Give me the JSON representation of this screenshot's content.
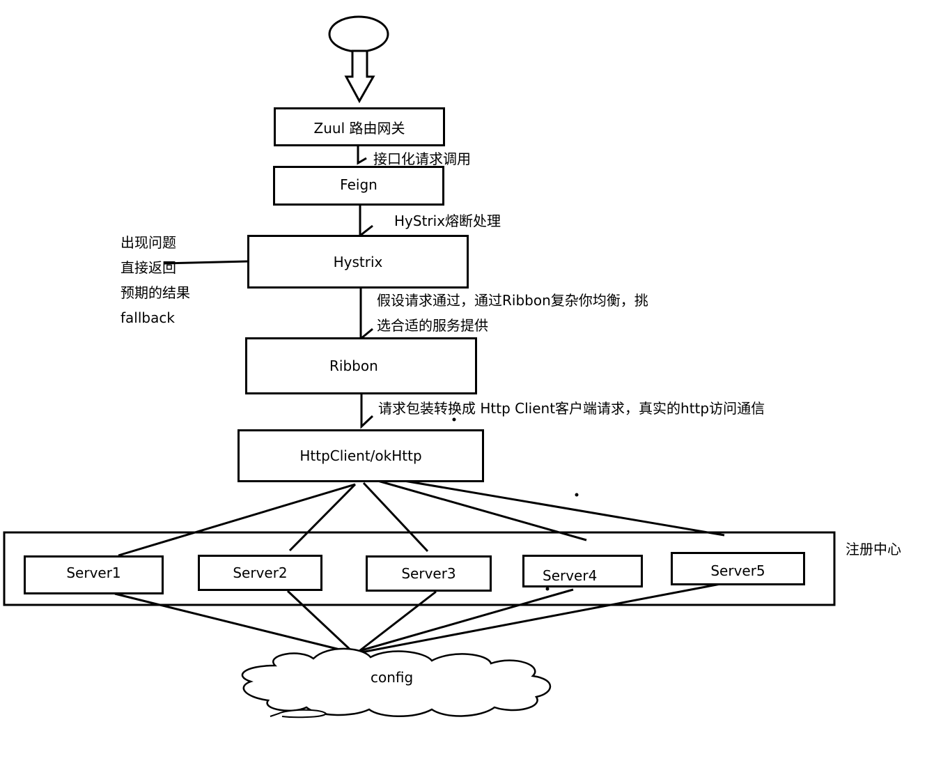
{
  "nodes": {
    "zuul": "Zuul 路由网关",
    "feign": "Feign",
    "hystrix": "Hystrix",
    "ribbon": "Ribbon",
    "httpclient": "HttpClient/okHttp",
    "servers": [
      "Server1",
      "Server2",
      "Server3",
      "Server4",
      "Server5"
    ],
    "registry": "注册中心",
    "config": "config"
  },
  "edge_labels": {
    "zuul_feign": "接口化请求调用",
    "feign_hystrix": "HyStrix熔断处理",
    "hystrix_ribbon_line1": "假设请求通过，通过Ribbon复杂你均衡，挑",
    "hystrix_ribbon_line2": "选合适的服务提供",
    "ribbon_httpclient": "请求包装转换成 Http Client客户端请求，真实的http访问通信"
  },
  "fallback_note": [
    "出现问题",
    "直接返回",
    "预期的结果",
    "fallback"
  ]
}
